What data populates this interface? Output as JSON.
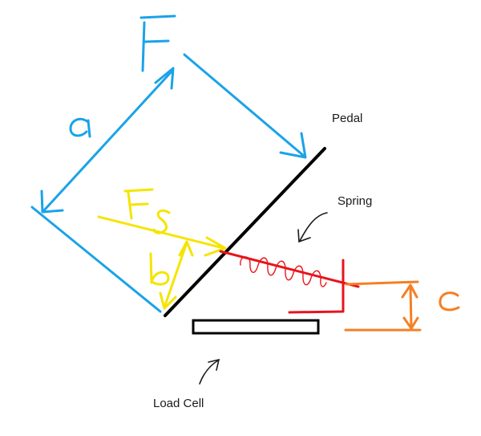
{
  "labels": {
    "pedal": "Pedal",
    "spring": "Spring",
    "load_cell": "Load Cell"
  },
  "symbols": {
    "force": "F",
    "spring_force_main": "F",
    "spring_force_sub": "s",
    "dim_a": "a",
    "dim_b": "b",
    "dim_c": "c"
  },
  "colors": {
    "pedal_force": "#1aa3e8",
    "spring_force": "#f5e400",
    "spring": "#e8141c",
    "dim_c": "#f57f24",
    "structure": "#000000"
  }
}
